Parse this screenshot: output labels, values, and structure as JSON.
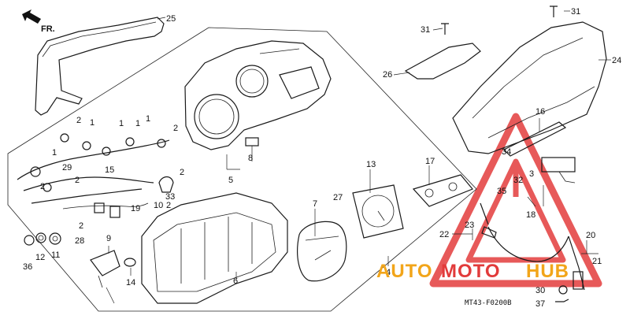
{
  "direction_label": "FR.",
  "diagram_code": "MT43-F0200B",
  "watermark": {
    "part1": "AUTO",
    "part2": "MOTO",
    "part3": "HUB",
    "color_orange": "#f2a51a",
    "color_red": "#e23b3b"
  },
  "callouts": [
    {
      "id": "c25",
      "label": "25"
    },
    {
      "id": "c31a",
      "label": "31"
    },
    {
      "id": "c31b",
      "label": "31"
    },
    {
      "id": "c24",
      "label": "24"
    },
    {
      "id": "c26",
      "label": "26"
    },
    {
      "id": "c2a",
      "label": "2"
    },
    {
      "id": "c1a",
      "label": "1"
    },
    {
      "id": "c1b",
      "label": "1"
    },
    {
      "id": "c1c",
      "label": "1"
    },
    {
      "id": "c1d",
      "label": "1"
    },
    {
      "id": "c2b",
      "label": "2"
    },
    {
      "id": "c1e",
      "label": "1"
    },
    {
      "id": "c29",
      "label": "29"
    },
    {
      "id": "c2c",
      "label": "2"
    },
    {
      "id": "c15",
      "label": "15"
    },
    {
      "id": "c2d",
      "label": "2"
    },
    {
      "id": "c2e",
      "label": "2"
    },
    {
      "id": "c19",
      "label": "19"
    },
    {
      "id": "c2f",
      "label": "2"
    },
    {
      "id": "c33",
      "label": "33"
    },
    {
      "id": "c10",
      "label": "10"
    },
    {
      "id": "c2g",
      "label": "2"
    },
    {
      "id": "c8",
      "label": "8"
    },
    {
      "id": "c5",
      "label": "5"
    },
    {
      "id": "c16",
      "label": "16"
    },
    {
      "id": "c34",
      "label": "34"
    },
    {
      "id": "c3",
      "label": "3"
    },
    {
      "id": "c32",
      "label": "32"
    },
    {
      "id": "c35",
      "label": "35"
    },
    {
      "id": "c18",
      "label": "18"
    },
    {
      "id": "c17",
      "label": "17"
    },
    {
      "id": "c13",
      "label": "13"
    },
    {
      "id": "c7",
      "label": "7"
    },
    {
      "id": "c27",
      "label": "27"
    },
    {
      "id": "c28",
      "label": "28"
    },
    {
      "id": "c9",
      "label": "9"
    },
    {
      "id": "c36",
      "label": "36"
    },
    {
      "id": "c12",
      "label": "12"
    },
    {
      "id": "c11",
      "label": "11"
    },
    {
      "id": "c14",
      "label": "14"
    },
    {
      "id": "c6",
      "label": "6"
    },
    {
      "id": "c4",
      "label": "4"
    },
    {
      "id": "c22",
      "label": "22"
    },
    {
      "id": "c23",
      "label": "23"
    },
    {
      "id": "c20",
      "label": "20"
    },
    {
      "id": "c21",
      "label": "21"
    },
    {
      "id": "c30",
      "label": "30"
    },
    {
      "id": "c37",
      "label": "37"
    }
  ]
}
